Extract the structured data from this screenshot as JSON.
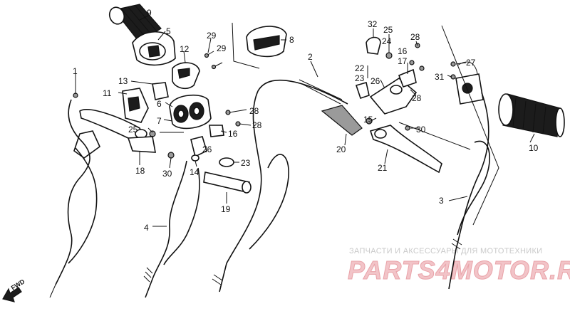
{
  "diagram": {
    "labels": {
      "p1": "1",
      "p2": "2",
      "p3": "3",
      "p4": "4",
      "p5": "5",
      "p6": "6",
      "p7": "7",
      "p8": "8",
      "p9": "9",
      "p10": "10",
      "p11": "11",
      "p12": "12",
      "p13": "13",
      "p14": "14",
      "p15": "15",
      "p16a": "16",
      "p16b": "16",
      "p17": "17",
      "p18": "18",
      "p19": "19",
      "p20": "20",
      "p21": "21",
      "p22": "22",
      "p23a": "23",
      "p23b": "23",
      "p24": "24",
      "p25a": "25",
      "p25b": "25",
      "p26a": "26",
      "p26b": "26",
      "p27": "27",
      "p28a": "28",
      "p28b": "28",
      "p28c": "28",
      "p28d": "28",
      "p29a": "29",
      "p29b": "29",
      "p30a": "30",
      "p30b": "30",
      "p31": "31",
      "p32": "32"
    },
    "fwd_label": "FWD",
    "watermark": {
      "tagline": "ЗАПЧАСТИ И АКСЕССУАРЫ ДЛЯ МОТОТЕХНИКИ",
      "brand": "PARTS4MOTOR.RU"
    }
  }
}
